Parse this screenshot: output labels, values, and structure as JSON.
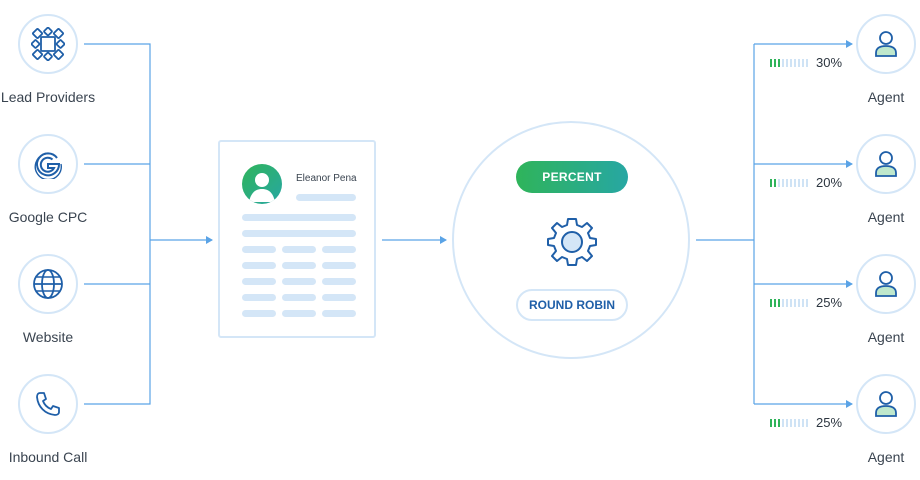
{
  "sources": [
    {
      "label": "Lead Providers",
      "icon": "network-icon"
    },
    {
      "label": "Google CPC",
      "icon": "google-icon"
    },
    {
      "label": "Website",
      "icon": "globe-icon"
    },
    {
      "label": "Inbound Call",
      "icon": "phone-icon"
    }
  ],
  "card": {
    "name": "Eleanor Pena"
  },
  "hub": {
    "percent_label": "PERCENT",
    "round_robin_label": "ROUND ROBIN"
  },
  "agents": [
    {
      "label": "Agent",
      "percent": "30%",
      "share": 30
    },
    {
      "label": "Agent",
      "percent": "20%",
      "share": 20
    },
    {
      "label": "Agent",
      "percent": "25%",
      "share": 25
    },
    {
      "label": "Agent",
      "percent": "25%",
      "share": 25
    }
  ],
  "colors": {
    "accent_green": "#2fb45a",
    "accent_teal": "#27a7a3",
    "line_blue": "#5aa3e6",
    "border": "#d4e6f7"
  }
}
